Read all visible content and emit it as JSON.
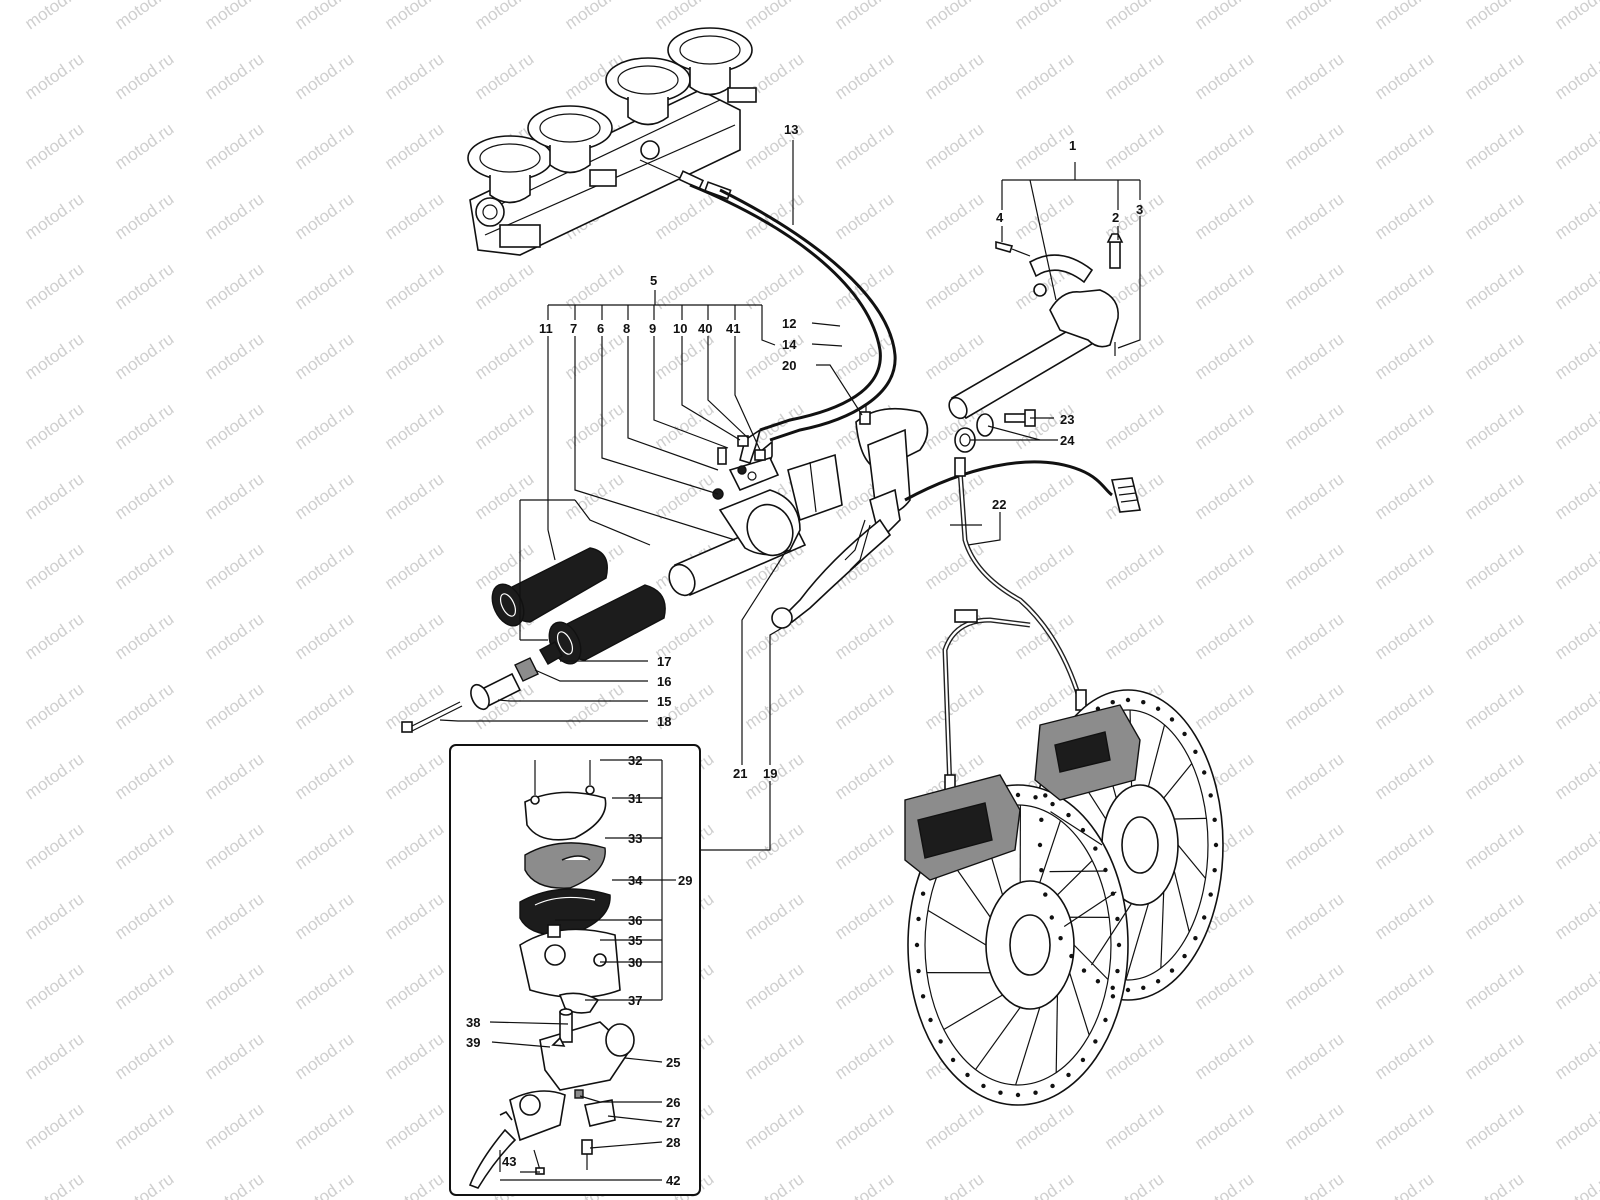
{
  "watermark": "motod.ru",
  "colors": {
    "line": "#111111",
    "watermark": "#cfcfcf",
    "background": "#ffffff"
  },
  "callouts": [
    {
      "id": "c1",
      "text": "1"
    },
    {
      "id": "c2",
      "text": "2"
    },
    {
      "id": "c3",
      "text": "3"
    },
    {
      "id": "c4",
      "text": "4"
    },
    {
      "id": "c5",
      "text": "5"
    },
    {
      "id": "c6",
      "text": "6"
    },
    {
      "id": "c7",
      "text": "7"
    },
    {
      "id": "c8",
      "text": "8"
    },
    {
      "id": "c9",
      "text": "9"
    },
    {
      "id": "c10",
      "text": "10"
    },
    {
      "id": "c11",
      "text": "11"
    },
    {
      "id": "c12",
      "text": "12"
    },
    {
      "id": "c13",
      "text": "13"
    },
    {
      "id": "c14",
      "text": "14"
    },
    {
      "id": "c15",
      "text": "15"
    },
    {
      "id": "c16",
      "text": "16"
    },
    {
      "id": "c17",
      "text": "17"
    },
    {
      "id": "c18",
      "text": "18"
    },
    {
      "id": "c19",
      "text": "19"
    },
    {
      "id": "c20",
      "text": "20"
    },
    {
      "id": "c21",
      "text": "21"
    },
    {
      "id": "c22",
      "text": "22"
    },
    {
      "id": "c23",
      "text": "23"
    },
    {
      "id": "c24",
      "text": "24"
    },
    {
      "id": "c25",
      "text": "25"
    },
    {
      "id": "c26",
      "text": "26"
    },
    {
      "id": "c27",
      "text": "27"
    },
    {
      "id": "c28",
      "text": "28"
    },
    {
      "id": "c29",
      "text": "29"
    },
    {
      "id": "c30",
      "text": "30"
    },
    {
      "id": "c31",
      "text": "31"
    },
    {
      "id": "c32",
      "text": "32"
    },
    {
      "id": "c33",
      "text": "33"
    },
    {
      "id": "c34",
      "text": "34"
    },
    {
      "id": "c35",
      "text": "35"
    },
    {
      "id": "c36",
      "text": "36"
    },
    {
      "id": "c37",
      "text": "37"
    },
    {
      "id": "c38",
      "text": "38"
    },
    {
      "id": "c39",
      "text": "39"
    },
    {
      "id": "c40",
      "text": "40"
    },
    {
      "id": "c41",
      "text": "41"
    },
    {
      "id": "c42",
      "text": "42"
    },
    {
      "id": "c43",
      "text": "43"
    }
  ]
}
